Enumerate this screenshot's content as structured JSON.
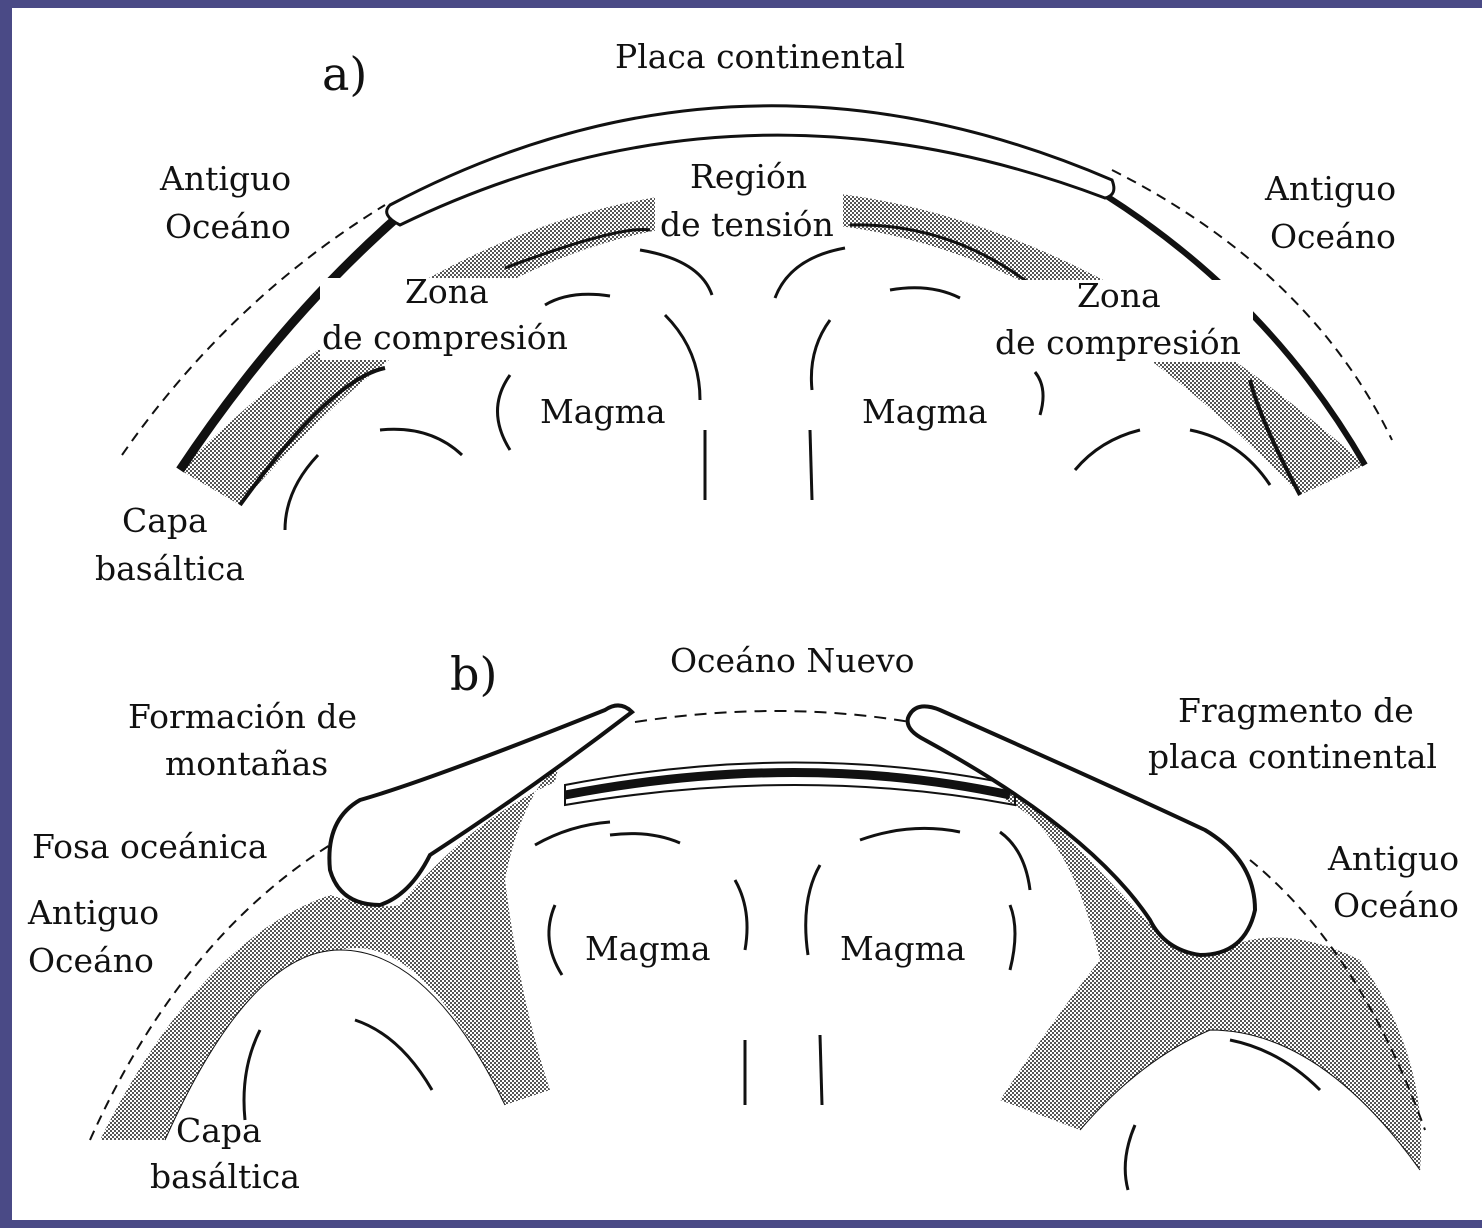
{
  "colors": {
    "frame": "#4a4a86",
    "panel": "#ffffff",
    "ink": "#111111",
    "stipple": "#b8b8b8"
  },
  "panel_a": {
    "letter": "a)",
    "top_label": "Placa continental",
    "left_ocean": [
      "Antiguo",
      "Oceáno"
    ],
    "right_ocean": [
      "Antiguo",
      "Oceáno"
    ],
    "tension": [
      "Región",
      "de tensión"
    ],
    "left_compression": [
      "Zona",
      "de compresión"
    ],
    "right_compression": [
      "Zona",
      "de compresión"
    ],
    "magma_left": "Magma",
    "magma_right": "Magma",
    "basalt": [
      "Capa",
      "basáltica"
    ]
  },
  "panel_b": {
    "letter": "b)",
    "top_label": "Oceáno Nuevo",
    "mountains": [
      "Formación de",
      "montañas"
    ],
    "fragment": [
      "Fragmento de",
      "placa continental"
    ],
    "trench": "Fosa oceánica",
    "left_ocean": [
      "Antiguo",
      "Oceáno"
    ],
    "right_ocean": [
      "Antiguo",
      "Oceáno"
    ],
    "magma_left": "Magma",
    "magma_right": "Magma",
    "basalt": [
      "Capa",
      "basáltica"
    ]
  }
}
